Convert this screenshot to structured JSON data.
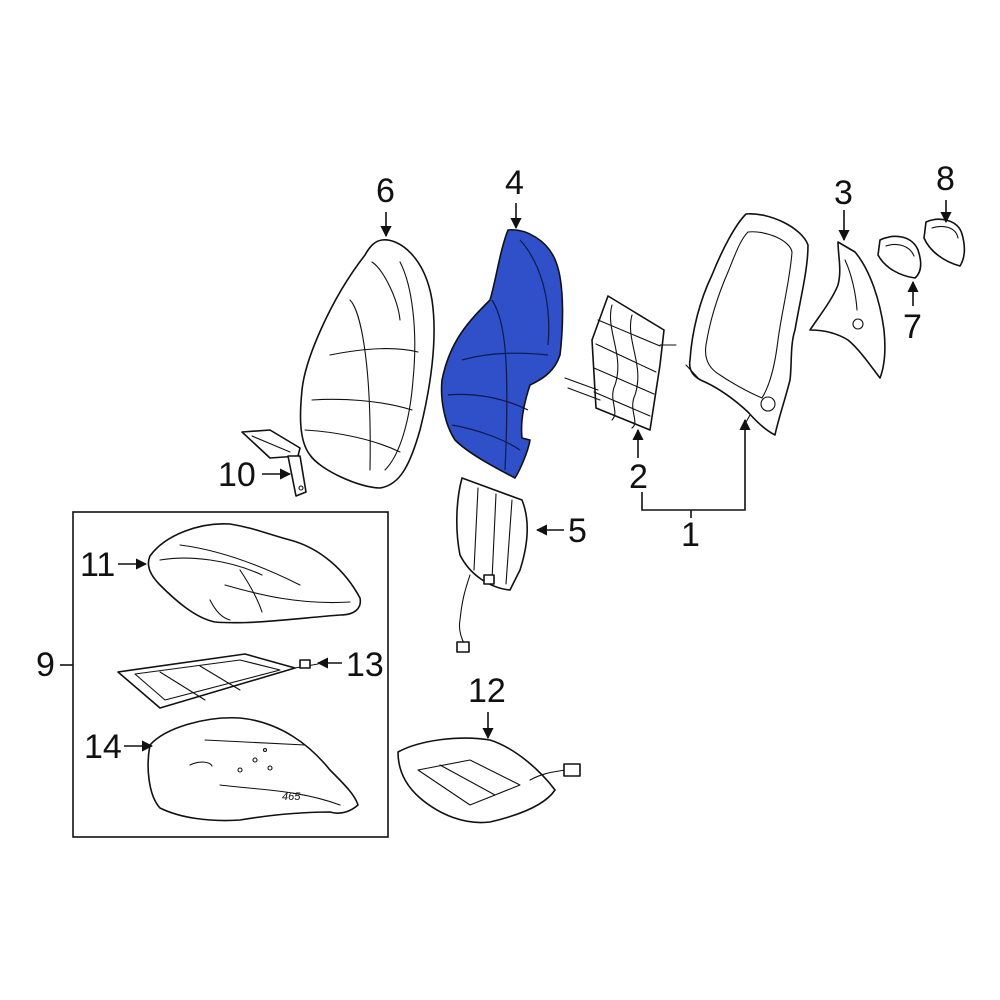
{
  "callouts": {
    "c1": "1",
    "c2": "2",
    "c3": "3",
    "c4": "4",
    "c5": "5",
    "c6": "6",
    "c7": "7",
    "c8": "8",
    "c9": "9",
    "c10": "10",
    "c11": "11",
    "c12": "12",
    "c13": "13",
    "c14": "14"
  },
  "part_stamp": "465",
  "colors": {
    "highlight": "#2f50c8",
    "line": "#111111",
    "background": "#ffffff"
  },
  "highlighted_part": "4"
}
